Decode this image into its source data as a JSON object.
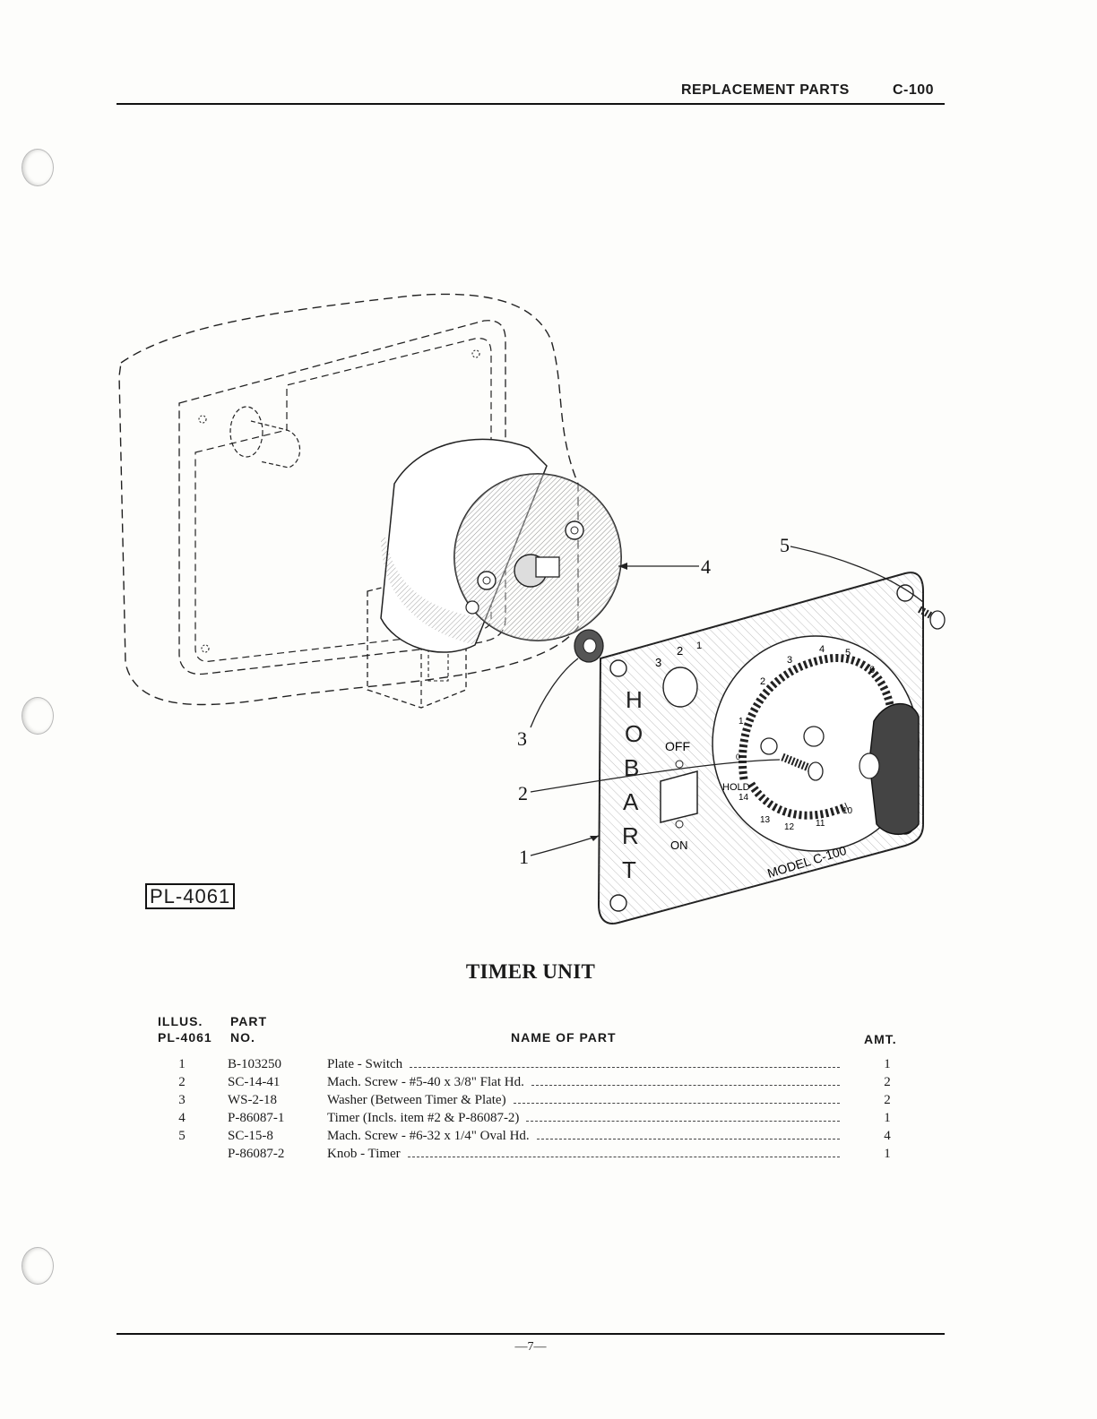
{
  "header": {
    "title": "REPLACEMENT PARTS",
    "model": "C-100"
  },
  "figure": {
    "plate_id": "PL-4061",
    "callouts": [
      "1",
      "2",
      "3",
      "4",
      "5"
    ],
    "panel": {
      "brand_letters": [
        "H",
        "O",
        "B",
        "A",
        "R",
        "T"
      ],
      "off_label": "OFF",
      "on_label": "ON",
      "hold_label": "HOLD",
      "model_label": "MODEL C-100",
      "dial_numbers_top": [
        "1",
        "2",
        "3",
        "4",
        "5",
        "6"
      ],
      "dial_numbers_bottom": [
        "14",
        "13",
        "12",
        "11",
        "10"
      ],
      "small_numbers": [
        "3",
        "2",
        "1"
      ],
      "zero_label": "0"
    }
  },
  "section_title": "TIMER UNIT",
  "table": {
    "headers": {
      "illus_line1": "ILLUS.",
      "illus_line2": "PL-4061",
      "part_line1": "PART",
      "part_line2": "NO.",
      "name": "NAME OF PART",
      "amt": "AMT."
    },
    "rows": [
      {
        "illus": "1",
        "part_no": "B-103250",
        "name": "Plate - Switch",
        "amt": "1"
      },
      {
        "illus": "2",
        "part_no": "SC-14-41",
        "name": "Mach. Screw - #5-40 x 3/8\" Flat Hd.",
        "amt": "2"
      },
      {
        "illus": "3",
        "part_no": "WS-2-18",
        "name": "Washer (Between Timer & Plate)",
        "amt": "2"
      },
      {
        "illus": "4",
        "part_no": "P-86087-1",
        "name": "Timer (Incls. item #2 & P-86087-2)",
        "amt": "1"
      },
      {
        "illus": "5",
        "part_no": "SC-15-8",
        "name": "Mach. Screw - #6-32 x 1/4\" Oval Hd.",
        "amt": "4"
      },
      {
        "illus": "",
        "part_no": "P-86087-2",
        "name": "Knob - Timer",
        "amt": "1"
      }
    ]
  },
  "footer": {
    "page_number": "—7—"
  }
}
